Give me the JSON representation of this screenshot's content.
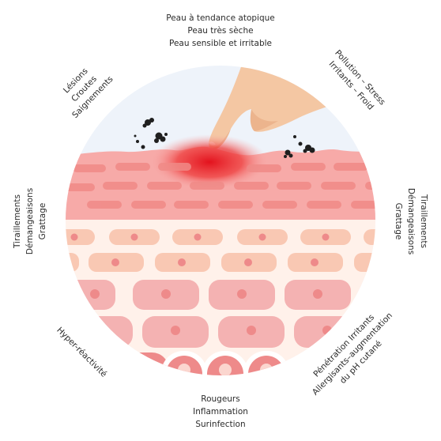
{
  "labels": {
    "top": [
      "Peau à tendance atopique",
      "Peau très sèche",
      "Peau sensible et irritable"
    ],
    "top_right": [
      "Pollution – Stress",
      "Irritants – Froid"
    ],
    "top_left": [
      "Lésions",
      "Croutes",
      "Saignements"
    ],
    "left": [
      "Tiraillements",
      "Démangeaisons",
      "Grattage"
    ],
    "right": [
      "Tiraillements",
      "Démangeaisons",
      "Grattage"
    ],
    "bottom_left": [
      "Hyper-réactivité"
    ],
    "bottom_right": [
      "Pénétration Irritants",
      "Allergisants–augmentation",
      "du pH cutané"
    ],
    "bottom": [
      "Rougeurs",
      "Inflammation",
      "Surinfection"
    ]
  },
  "colors": {
    "sky": "#eef3fa",
    "surface": "#f7aaa8",
    "surface_dark": "#f08a87",
    "inflamed": "#e8232a",
    "cell_layer_top": "#fff1ea",
    "cell_peach": "#f9c8b3",
    "cell_pink": "#f4b2b2",
    "nucleus": "#ee8a8a",
    "finger": "#f4c7a3",
    "particles": "#1f1f1f",
    "text": "#2b2b2b"
  }
}
